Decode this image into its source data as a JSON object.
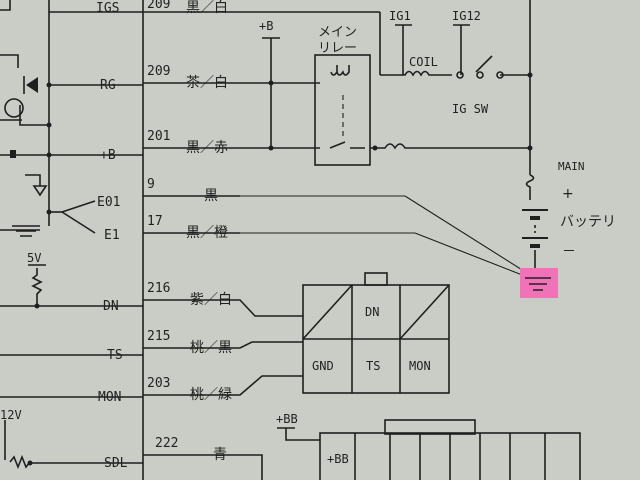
{
  "left_pins": {
    "igs": "IGS",
    "rg": "RG",
    "b_plus": "+B",
    "e01": "E01",
    "e1": "E1",
    "dn": "DN",
    "ts": "TS",
    "mon": "MON",
    "sdl": "SDL",
    "v5": "5V",
    "v12": "12V"
  },
  "wires": {
    "w_top": "黒／白",
    "w209_num": "209",
    "w209_col": "茶／白",
    "w201_num": "201",
    "w201_col": "黒／赤",
    "w9_num": "9",
    "w9_col": "黒",
    "w17_num": "17",
    "w17_col": "黒／橙",
    "w216_num": "216",
    "w216_col": "紫／白",
    "w215_num": "215",
    "w215_col": "桃／黒",
    "w203_num": "203",
    "w203_col": "桃／緑",
    "w222_num": "222",
    "w222_col": "青"
  },
  "components": {
    "b_plus_top": "+B",
    "relay_l1": "メイン",
    "relay_l2": "リレー",
    "ig1": "IG1",
    "ig12": "IG12",
    "coil": "COIL",
    "ig_sw": "IG SW",
    "main": "MAIN",
    "plus": "+",
    "battery": "バッテリ",
    "minus": "－",
    "bb_top": "+BB",
    "bb_inner": "+BB"
  },
  "connector": {
    "dn": "DN",
    "gnd": "GND",
    "ts": "TS",
    "mon": "MON"
  },
  "colors": {
    "paper": "#c9cdc6",
    "ink": "#1f1f1f",
    "highlight": "#f272b8"
  }
}
